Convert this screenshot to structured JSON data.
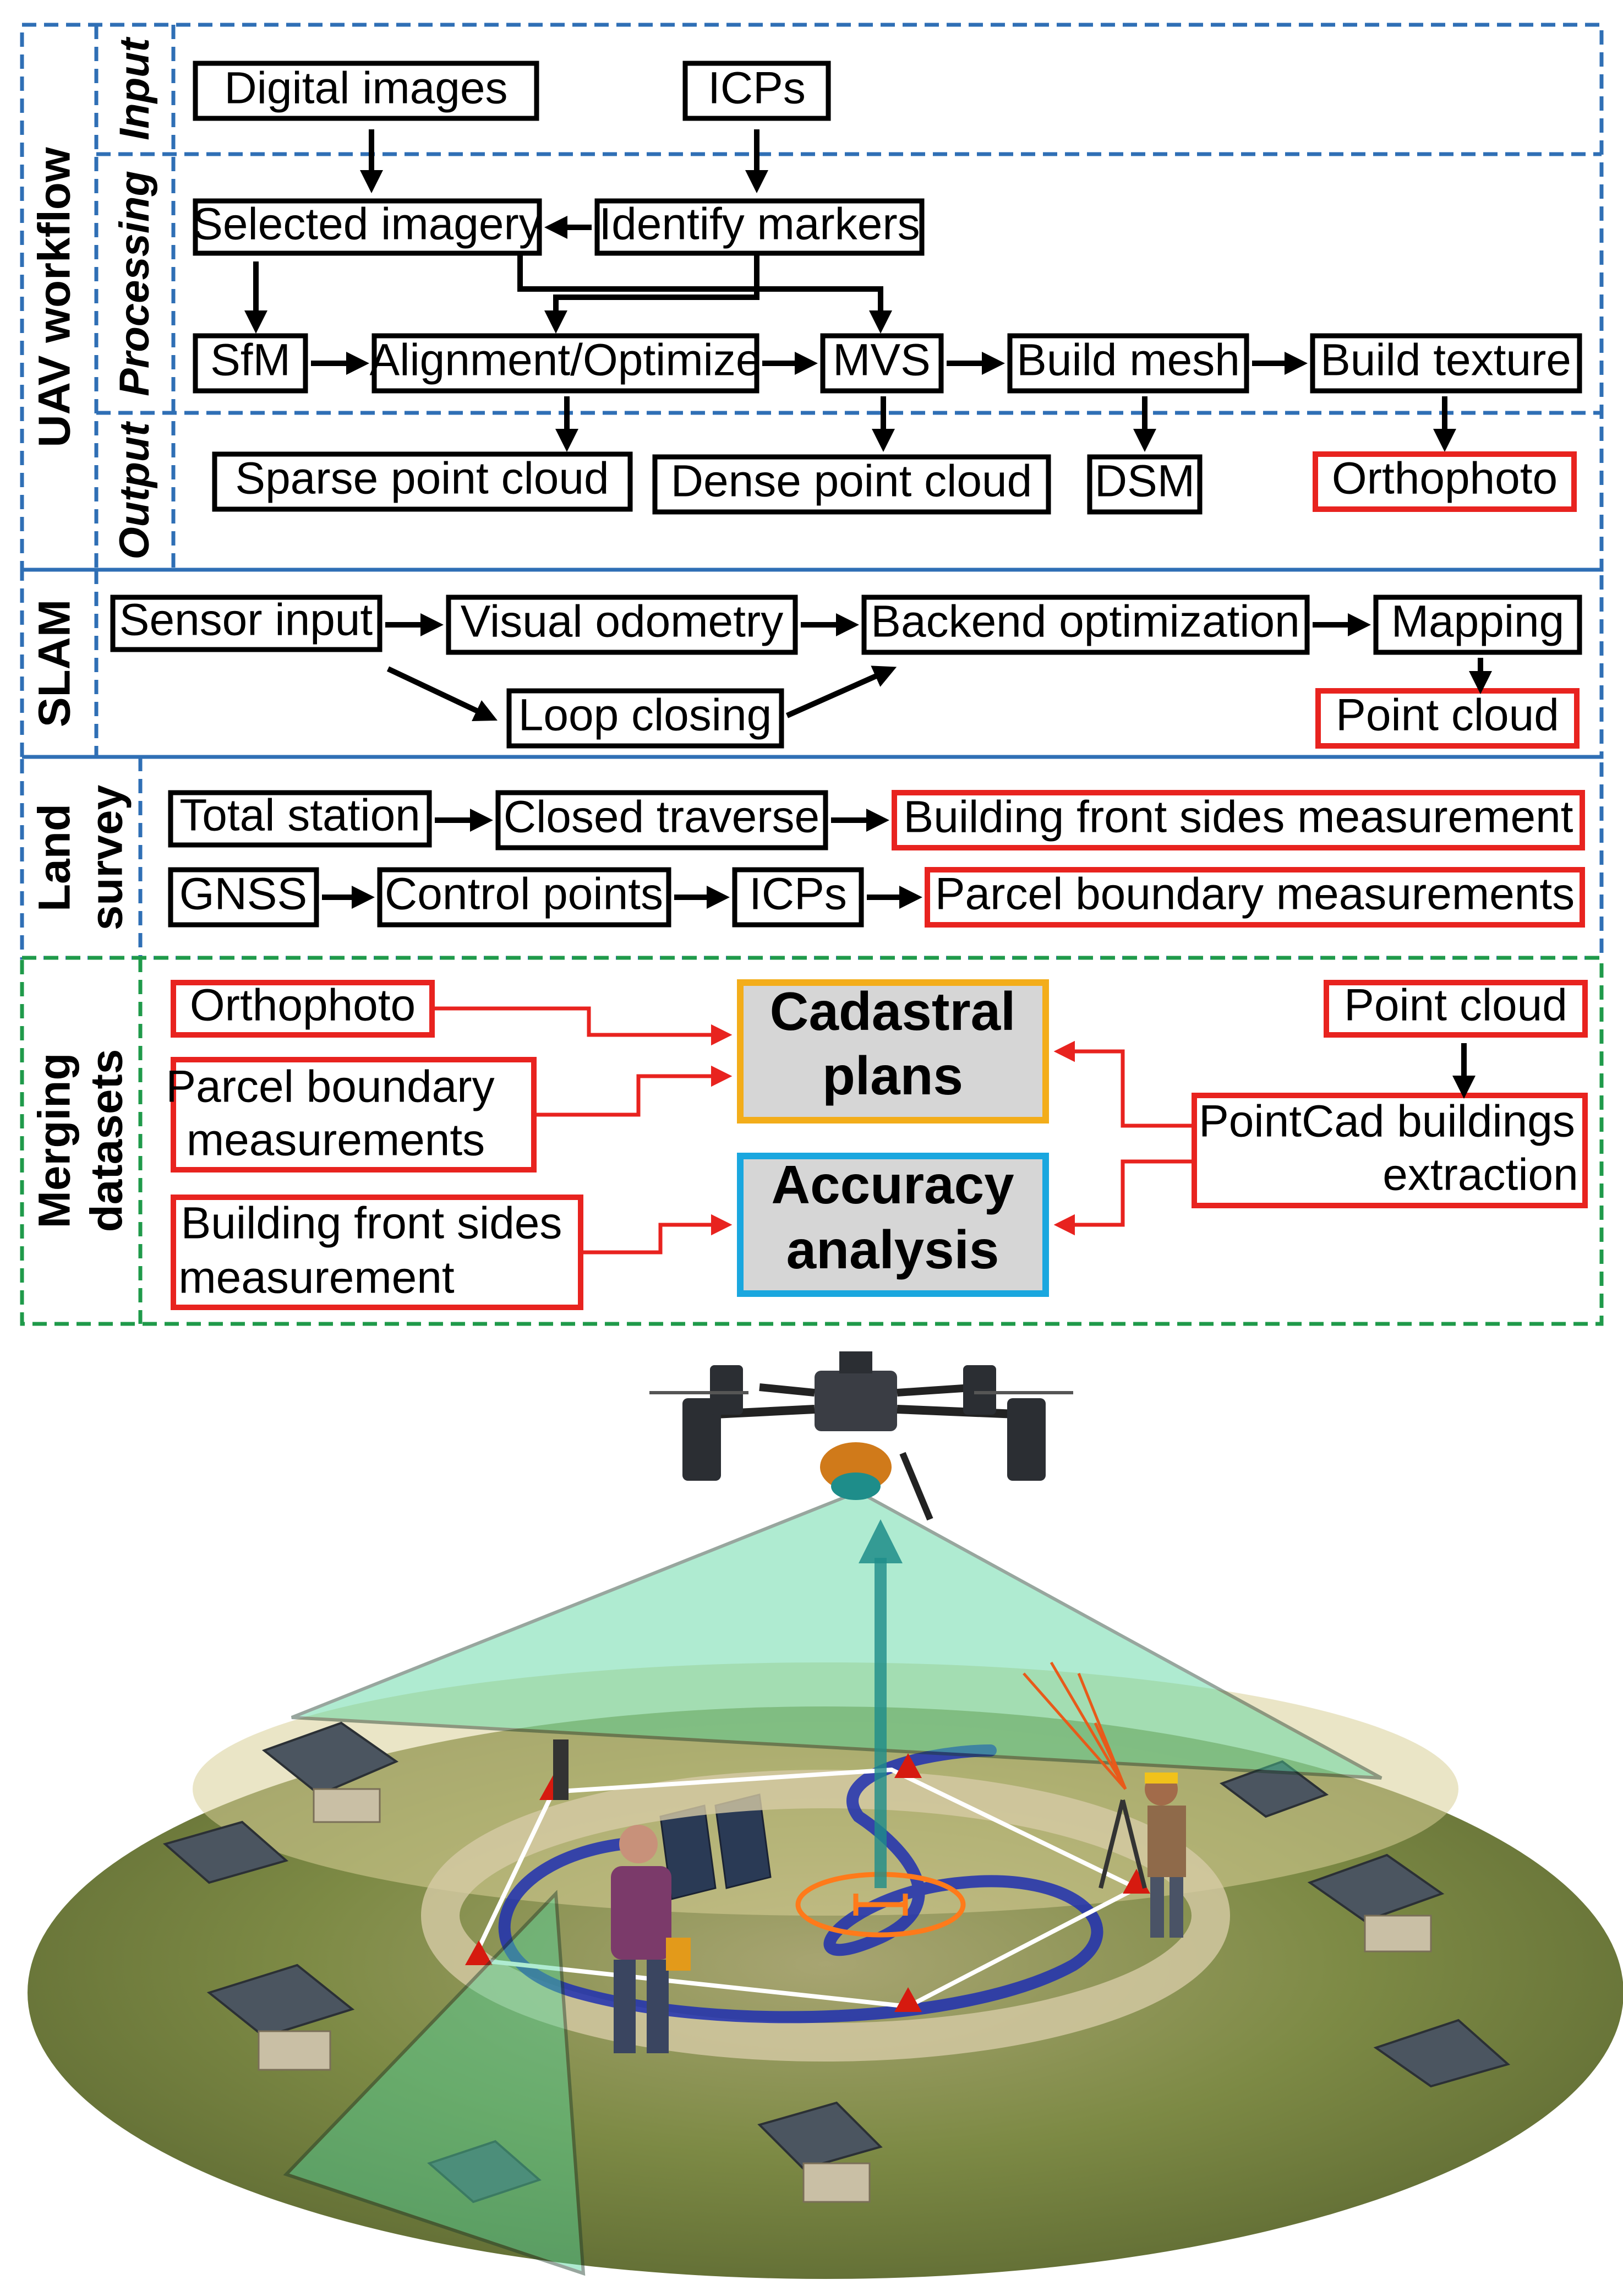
{
  "sections": {
    "uav_workflow": "UAV workflow",
    "input": "Input",
    "processing": "Processing",
    "output": "Output",
    "slam": "SLAM",
    "land_survey_1": "Land",
    "land_survey_2": "survey",
    "merging_1": "Merging",
    "merging_2": "datasets"
  },
  "uav": {
    "digital_images": "Digital images",
    "icps": "ICPs",
    "selected_imagery": "Selected imagery",
    "identify_markers": "Identify markers",
    "sfm": "SfM",
    "alignment": "Alignment/Optimize",
    "mvs": "MVS",
    "build_mesh": "Build mesh",
    "build_texture": "Build texture",
    "sparse_point_cloud": "Sparse point cloud",
    "dense_point_cloud": "Dense point cloud",
    "dsm": "DSM",
    "orthophoto": "Orthophoto"
  },
  "slam": {
    "sensor_input": "Sensor input",
    "visual_odometry": "Visual odometry",
    "backend_optimization": "Backend optimization",
    "mapping": "Mapping",
    "loop_closing": "Loop closing",
    "point_cloud": "Point cloud"
  },
  "land_survey": {
    "total_station": "Total station",
    "closed_traverse": "Closed traverse",
    "building_front": "Building front sides measurement",
    "gnss": "GNSS",
    "control_points": "Control points",
    "icps": "ICPs",
    "parcel_boundary": "Parcel boundary measurements"
  },
  "merging": {
    "orthophoto": "Orthophoto",
    "parcel_1": "Parcel boundary",
    "parcel_2": "measurements",
    "building_1": "Building front sides",
    "building_2": "measurement",
    "cadastral_1": "Cadastral",
    "cadastral_2": "plans",
    "accuracy_1": "Accuracy",
    "accuracy_2": "analysis",
    "point_cloud": "Point cloud",
    "pointcad_1": "PointCad buildings",
    "pointcad_2": "extraction"
  },
  "colors": {
    "red": "#e8231f",
    "yellow": "#f3ad1a",
    "blue": "#1aa7df",
    "dash_blue": "#2f6fb5",
    "dash_green": "#1f9a4a"
  }
}
